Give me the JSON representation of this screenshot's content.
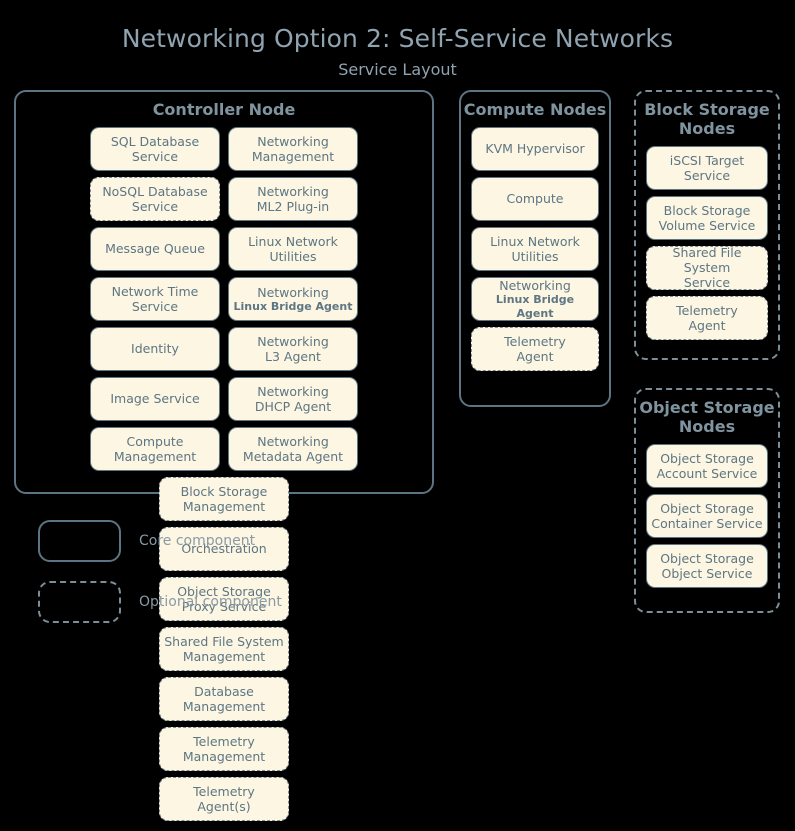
{
  "header": {
    "title": "Networking Option 2: Self-Service Networks",
    "subtitle": "Service Layout"
  },
  "nodes": {
    "controller": {
      "title": "Controller Node",
      "optional": false,
      "columns": [
        {
          "services": [
            {
              "line1": "SQL Database",
              "line2": "Service",
              "optional": false
            },
            {
              "line1": "NoSQL Database",
              "line2": "Service",
              "optional": true
            },
            {
              "line1": "Message Queue",
              "line2": "",
              "optional": false
            },
            {
              "line1": "Network Time",
              "line2": "Service",
              "optional": false
            },
            {
              "line1": "Identity",
              "line2": "",
              "optional": false
            },
            {
              "line1": "Image Service",
              "line2": "",
              "optional": false
            },
            {
              "line1": "Compute",
              "line2": "Management",
              "optional": false
            }
          ]
        },
        {
          "services": [
            {
              "line1": "Networking",
              "line2": "Management",
              "optional": false
            },
            {
              "line1": "Networking",
              "line2": "ML2 Plug-in",
              "optional": false
            },
            {
              "line1": "Linux Network",
              "line2": "Utilities",
              "optional": false
            },
            {
              "line1": "Networking",
              "line2": "Linux Bridge Agent",
              "optional": false,
              "bold2": true
            },
            {
              "line1": "Networking",
              "line2": "L3 Agent",
              "optional": false
            },
            {
              "line1": "Networking",
              "line2": "DHCP Agent",
              "optional": false
            },
            {
              "line1": "Networking",
              "line2": "Metadata Agent",
              "optional": false
            }
          ]
        },
        {
          "services": [
            {
              "line1": "Block Storage",
              "line2": "Management",
              "optional": true
            },
            {
              "line1": "Orchestration",
              "line2": "",
              "optional": true
            },
            {
              "line1": "Object Storage",
              "line2": "Proxy Service",
              "optional": true
            },
            {
              "line1": "Shared File System",
              "line2": "Management",
              "optional": true
            },
            {
              "line1": "Database",
              "line2": "Management",
              "optional": true
            },
            {
              "line1": "Telemetry",
              "line2": "Management",
              "optional": true
            },
            {
              "line1": "Telemetry",
              "line2": "Agent(s)",
              "optional": true
            }
          ]
        }
      ]
    },
    "compute": {
      "title": "Compute Nodes",
      "optional": false,
      "services": [
        {
          "line1": "KVM Hypervisor",
          "line2": "",
          "optional": false
        },
        {
          "line1": "Compute",
          "line2": "",
          "optional": false
        },
        {
          "line1": "Linux Network",
          "line2": "Utilities",
          "optional": false
        },
        {
          "line1": "Networking",
          "line2": "Linux Bridge Agent",
          "optional": false,
          "bold2": true
        },
        {
          "line1": "Telemetry",
          "line2": "Agent",
          "optional": true
        }
      ]
    },
    "block_storage": {
      "title": "Block Storage Nodes",
      "optional": true,
      "services": [
        {
          "line1": "iSCSI Target",
          "line2": "Service",
          "optional": false
        },
        {
          "line1": "Block Storage",
          "line2": "Volume Service",
          "optional": false
        },
        {
          "line1": "Shared File System",
          "line2": "Service",
          "optional": true
        },
        {
          "line1": "Telemetry",
          "line2": "Agent",
          "optional": true
        }
      ]
    },
    "object_storage": {
      "title": "Object Storage Nodes",
      "optional": true,
      "services": [
        {
          "line1": "Object Storage",
          "line2": "Account Service",
          "optional": false
        },
        {
          "line1": "Object Storage",
          "line2": "Container Service",
          "optional": false
        },
        {
          "line1": "Object Storage",
          "line2": "Object Service",
          "optional": false
        }
      ]
    }
  },
  "legend": {
    "core_label": "Core component",
    "optional_label": "Optional component"
  },
  "colors": {
    "background": "#000000",
    "box_fill": "#fdf6e3",
    "box_border": "#5c7582",
    "optional_border": "#7e8e98",
    "text": "#5d7683",
    "title_text": "#8fa3b0"
  }
}
